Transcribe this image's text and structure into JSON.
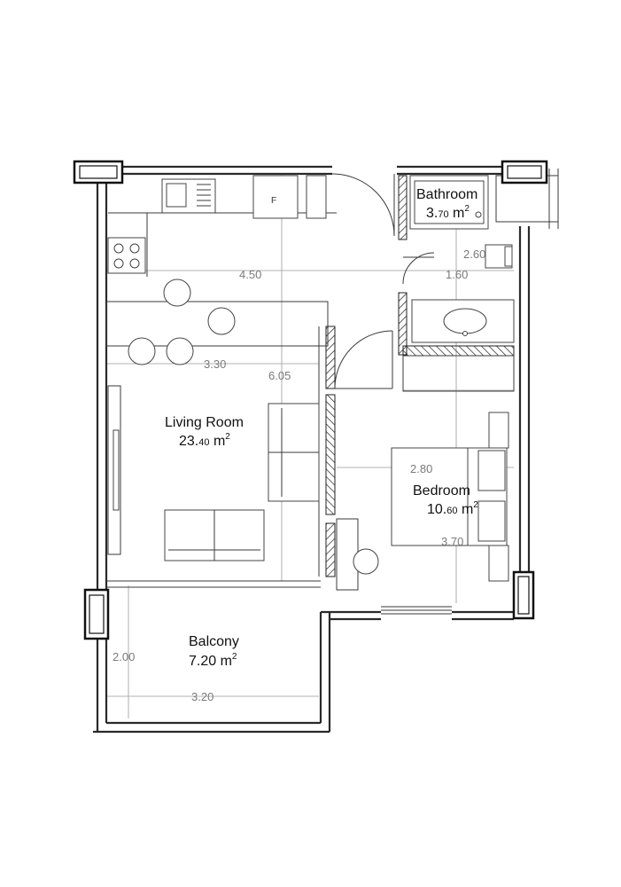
{
  "rooms": {
    "bathroom": {
      "name": "Bathroom",
      "area_int": "3.",
      "area_dec": "70",
      "unit": "m",
      "exp": "2"
    },
    "living": {
      "name": "Living Room",
      "area_int": "23.",
      "area_dec": "40",
      "unit": "m",
      "exp": "2"
    },
    "bedroom": {
      "name": "Bedroom",
      "area_int": "10.",
      "area_dec": "60",
      "unit": "m",
      "exp": "2"
    },
    "balcony": {
      "name": "Balcony",
      "area": "7.20 m",
      "exp": "2"
    }
  },
  "dimensions": {
    "d_450": "4.50",
    "d_330": "3.30",
    "d_605": "6.05",
    "d_260": "2.60",
    "d_160": "1.60",
    "d_280": "2.80",
    "d_370": "3.70",
    "d_200": "2.00",
    "d_320": "3.20"
  },
  "fridge_label": "F"
}
